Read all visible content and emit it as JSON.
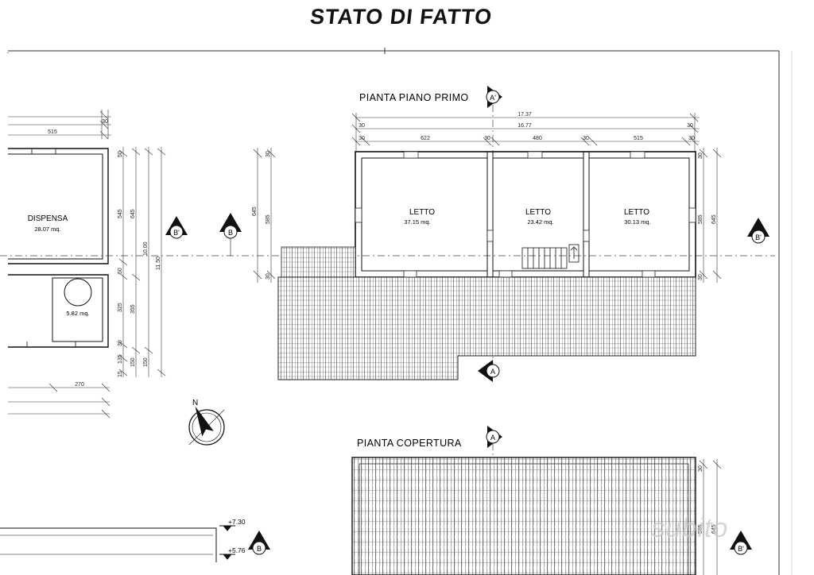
{
  "sheet": {
    "title": "STATO DI FATTO",
    "watermark": "subito"
  },
  "plan_first_floor": {
    "title": "PIANTA PIANO PRIMO",
    "rooms": [
      {
        "name": "LETTO",
        "area": "37.15 mq."
      },
      {
        "name": "LETTO",
        "area": "23.42 mq."
      },
      {
        "name": "LETTO",
        "area": "30.13 mq."
      }
    ],
    "dims_top": {
      "overall": "17.37",
      "inner": "16.77",
      "edge_a": "30",
      "edge_b": "30",
      "segments": [
        "30",
        "622",
        "30",
        "480",
        "30",
        "515",
        "30"
      ]
    },
    "dims_right": [
      "30",
      "585",
      "645",
      "30"
    ],
    "dims_left": [
      "645",
      "585",
      "30",
      "30"
    ]
  },
  "plan_left": {
    "rooms": [
      {
        "name": "DISPENSA",
        "area": "28.07 mq."
      },
      {
        "name": "",
        "area": "5.82 mq."
      }
    ],
    "dims_top": [
      "515",
      "30"
    ],
    "dims_vertical": [
      "50",
      "545",
      "645",
      "10.00",
      "11.50",
      "50",
      "325",
      "355",
      "30",
      "135",
      "150",
      "150",
      "15"
    ],
    "dims_bottom": "270"
  },
  "plan_roof": {
    "title": "PIANTA COPERTURA",
    "dims_right": [
      "30",
      "585",
      "645"
    ]
  },
  "section_markers": {
    "a_top": "A'",
    "a_bottom": "A",
    "a_roof": "A",
    "b_left": "B'",
    "b_mid": "B",
    "b_right": "B'",
    "b_roof": "B'",
    "b_elev": "B"
  },
  "elevations": {
    "top": "+7.30",
    "bottom": "+5.76"
  },
  "compass": {
    "north_label": "N"
  }
}
